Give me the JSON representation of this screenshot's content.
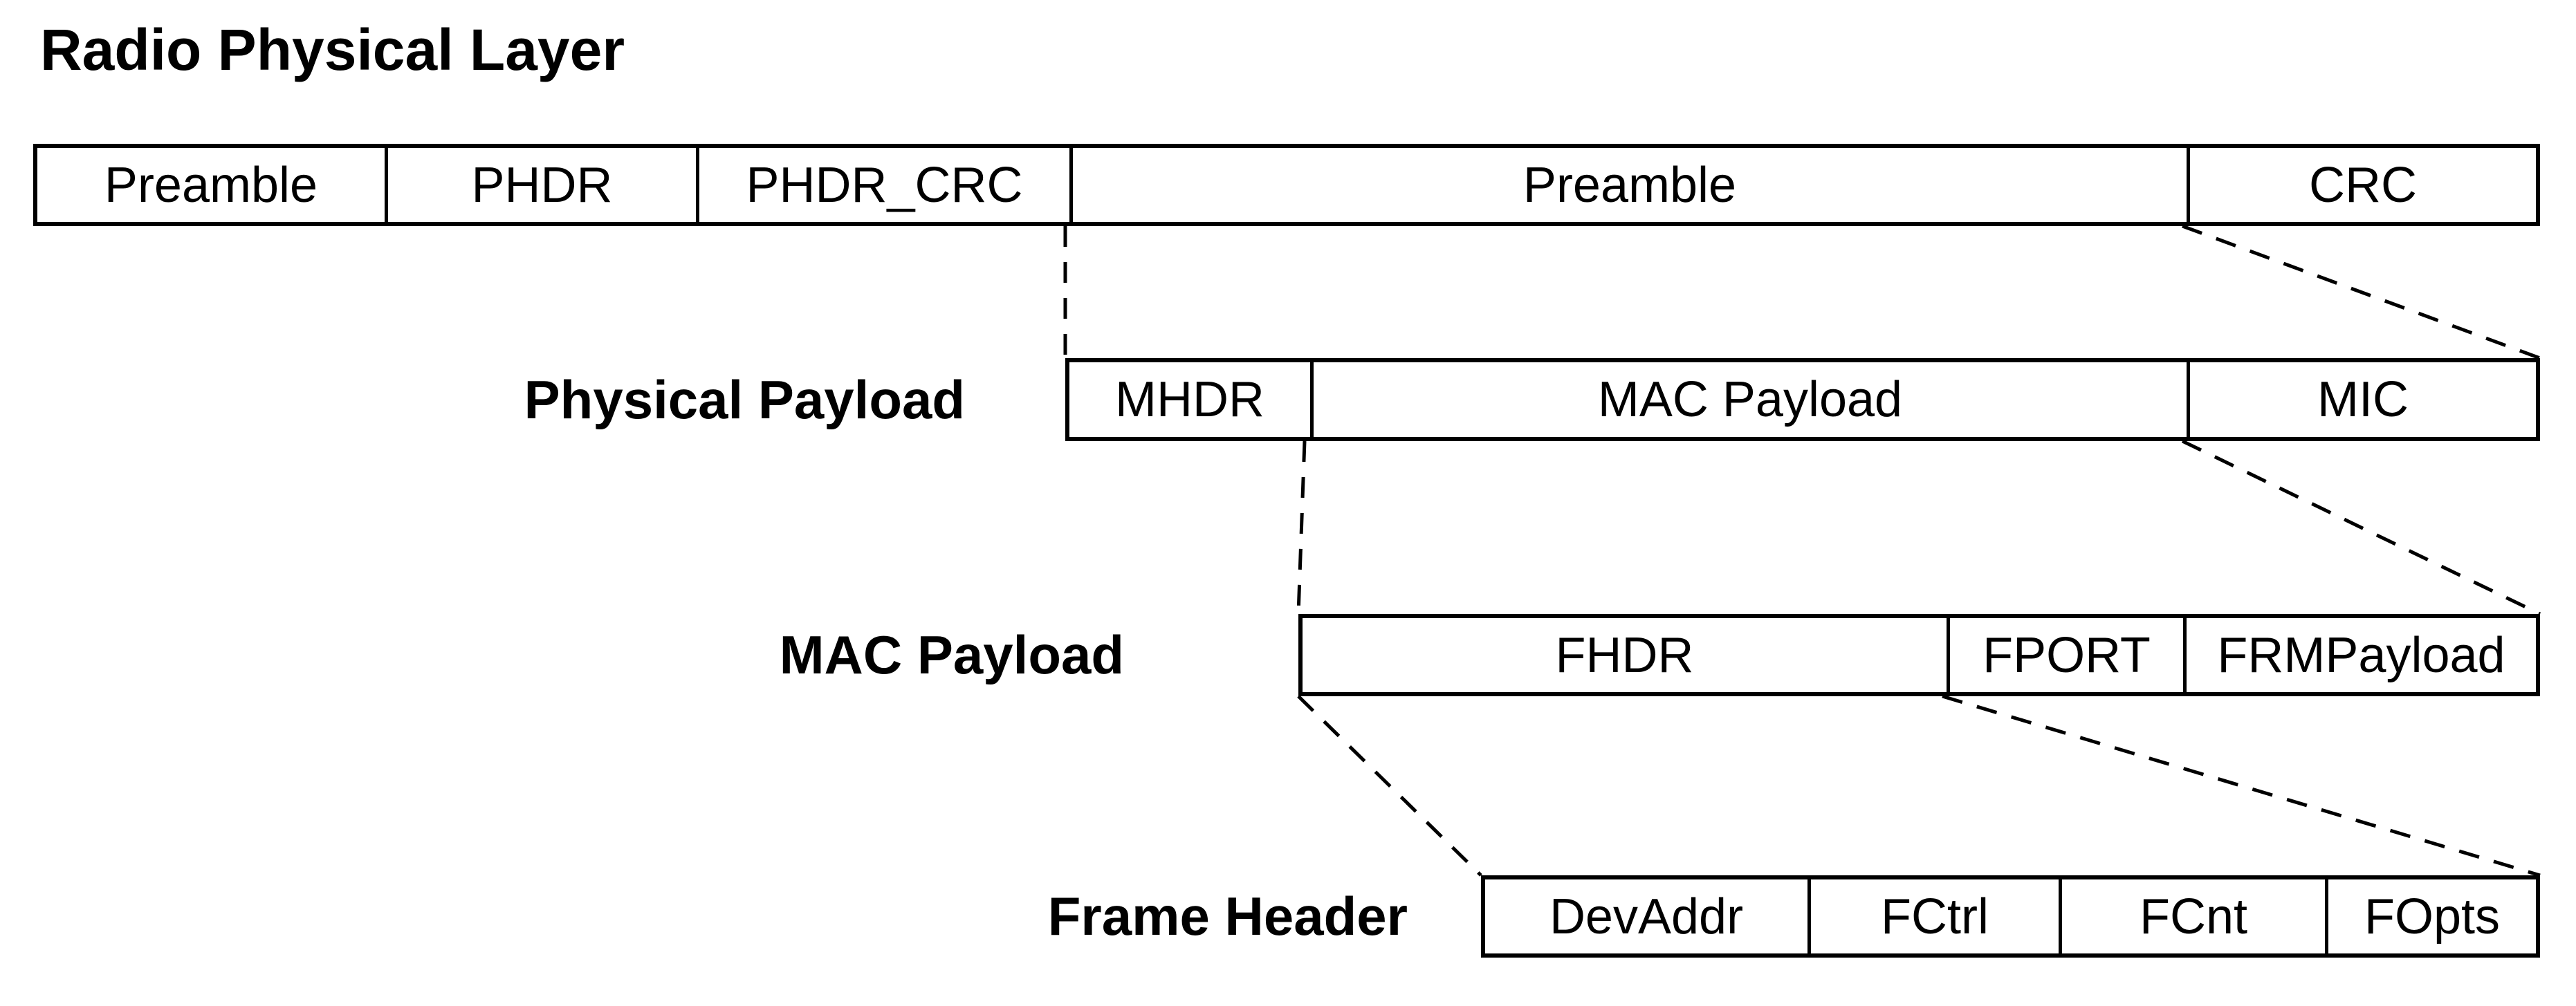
{
  "title": "Radio Physical Layer",
  "diagram": {
    "rows": [
      {
        "name": "radio-physical-layer-row",
        "label": "",
        "cells": [
          "Preamble",
          "PHDR",
          "PHDR_CRC",
          "Preamble",
          "CRC"
        ]
      },
      {
        "name": "physical-payload-row",
        "label": "Physical Payload",
        "cells": [
          "MHDR",
          "MAC Payload",
          "MIC"
        ]
      },
      {
        "name": "mac-payload-row",
        "label": "MAC Payload",
        "cells": [
          "FHDR",
          "FPORT",
          "FRMPayload"
        ]
      },
      {
        "name": "frame-header-row",
        "label": "Frame Header",
        "cells": [
          "DevAddr",
          "FCtrl",
          "FCnt",
          "FOpts"
        ]
      }
    ]
  },
  "colors": {
    "line": "#000000",
    "text": "#000000",
    "background": "#ffffff"
  }
}
